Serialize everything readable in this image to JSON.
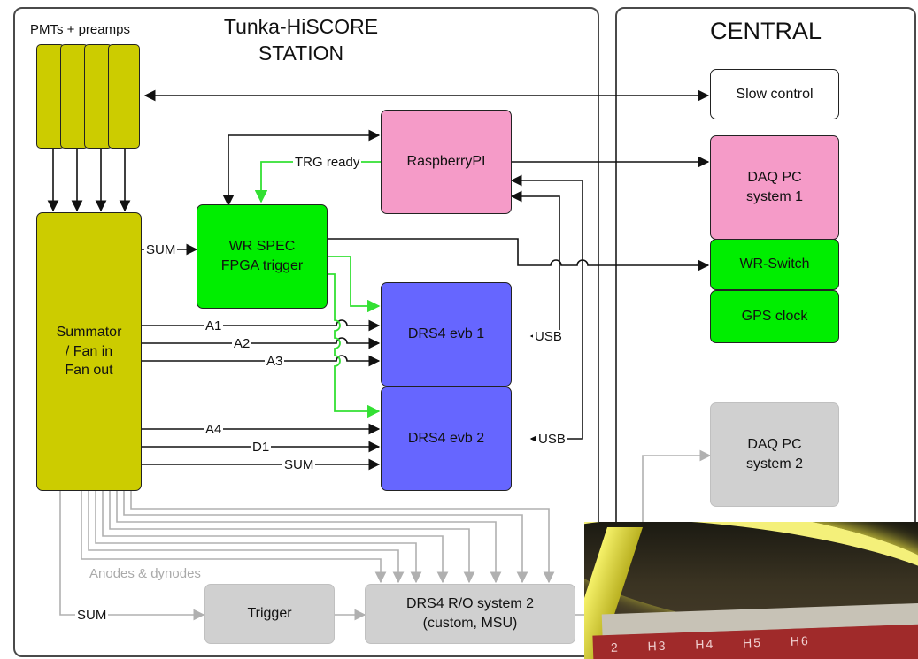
{
  "station": {
    "title": "Tunka-HiSCORE\nSTATION"
  },
  "central": {
    "title": "CENTRAL"
  },
  "pmts": {
    "label": "PMTs + preamps"
  },
  "boxes": {
    "summator": "Summator\n/ Fan in\nFan out",
    "wr_spec": "WR SPEC\nFPGA trigger",
    "raspberry": "RaspberryPI",
    "drs4_evb1": "DRS4 evb 1",
    "drs4_evb2": "DRS4 evb 2",
    "slow_control": "Slow control",
    "daq_pc1": "DAQ PC\nsystem 1",
    "wr_switch": "WR-Switch",
    "gps_clock": "GPS clock",
    "daq_pc2": "DAQ PC\nsystem 2",
    "trigger": "Trigger",
    "drs4_ro2": "DRS4 R/O system 2\n(custom, MSU)"
  },
  "signals": {
    "sum1": "SUM",
    "trg_ready": "TRG ready",
    "a1": "A1",
    "a2": "A2",
    "a3": "A3",
    "a4": "A4",
    "d1": "D1",
    "sum2": "SUM",
    "usb1": "USB",
    "usb2": "USB",
    "anodes": "Anodes & dynodes",
    "sum3": "SUM"
  },
  "photo": {
    "labels": [
      "2",
      "H3",
      "H4",
      "H5",
      "H6"
    ]
  },
  "colors": {
    "olive": "#cccc00",
    "pink": "#f59bc8",
    "green": "#00ee00",
    "blue": "#6666ff",
    "gray": "#d0d0d0",
    "green_wire": "#33e033",
    "gray_wire": "#b0b0b0"
  }
}
